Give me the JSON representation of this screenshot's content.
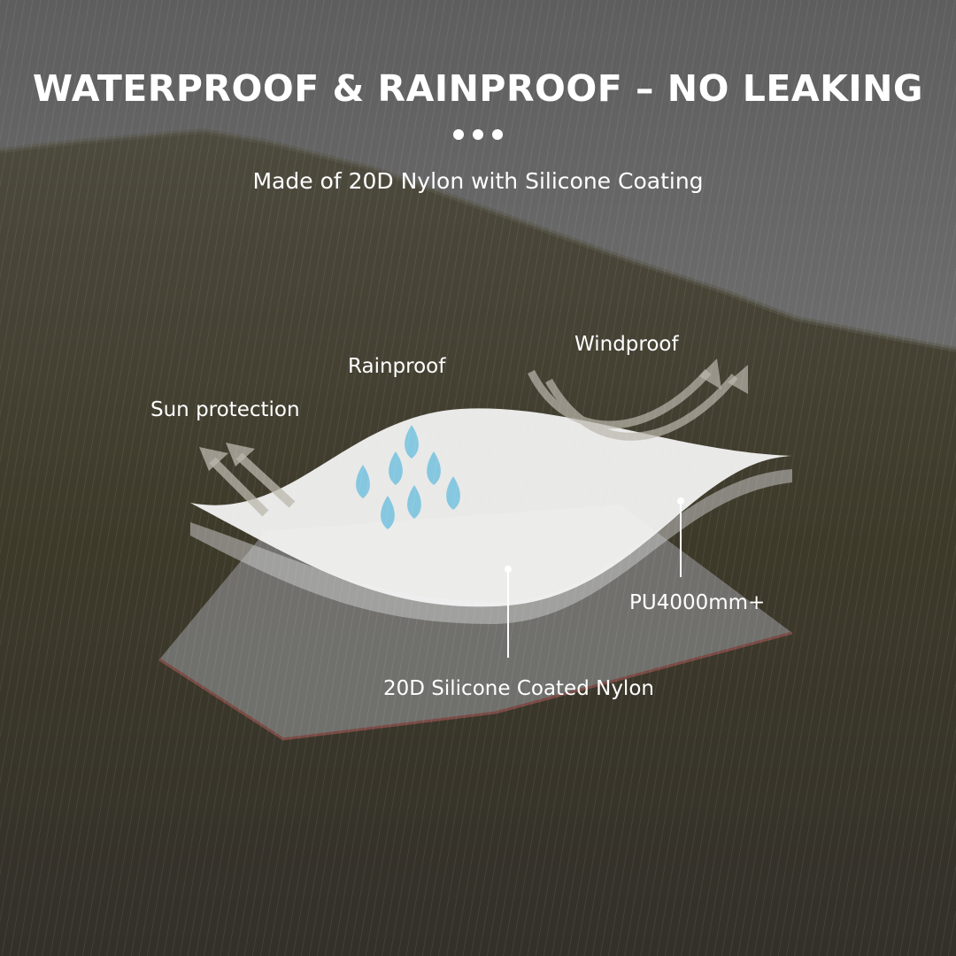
{
  "header": {
    "title": "WATERPROOF & RAINPROOF – NO LEAKING",
    "subtitle": "Made of 20D Nylon with Silicone Coating",
    "dots_count": 3
  },
  "features": {
    "sun_protection": "Sun protection",
    "rainproof": "Rainproof",
    "windproof": "Windproof"
  },
  "callouts": {
    "pu_rating": "PU4000mm+",
    "material": "20D Silicone Coated Nylon"
  },
  "colors": {
    "text": "#ffffff",
    "fabric": "#f2f2f2",
    "droplet": "#7cc4e0",
    "sky": "#6a6a6a",
    "ground": "#3d3a2c"
  }
}
